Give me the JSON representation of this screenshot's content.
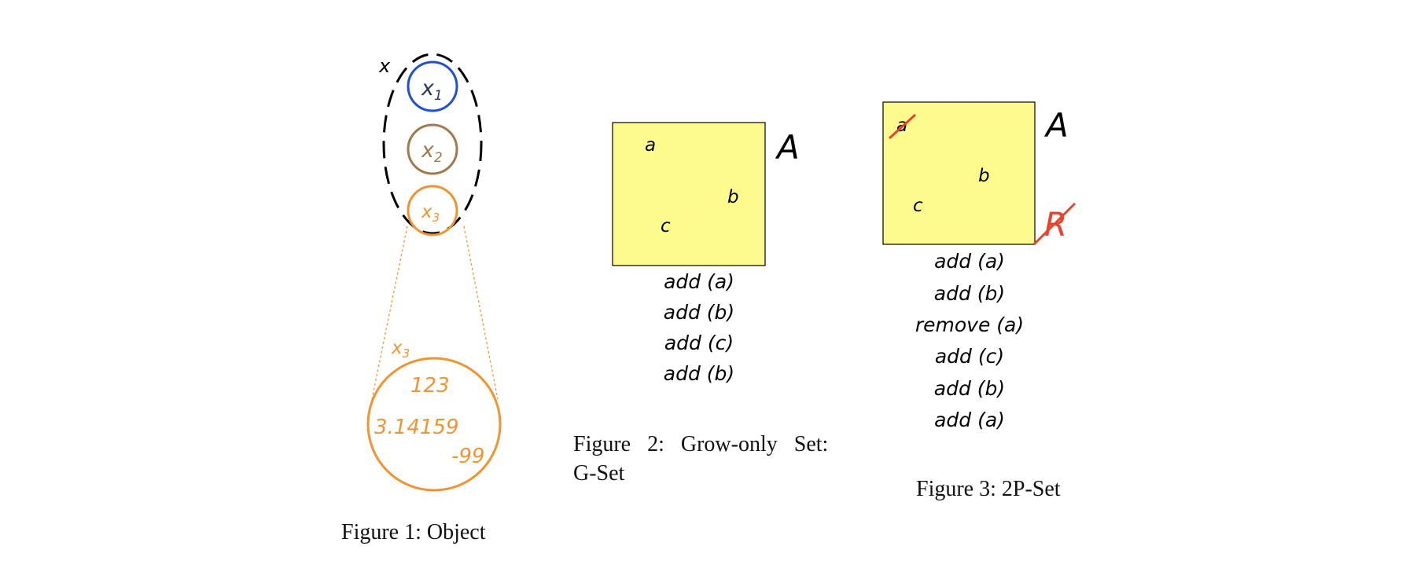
{
  "figure1": {
    "outer_label": "x",
    "elements": [
      {
        "base": "x",
        "sub": "1",
        "color": "#1f4fd6",
        "text_color": "#2a3a5a"
      },
      {
        "base": "x",
        "sub": "2",
        "color": "#a07a4c",
        "text_color": "#a07a4c"
      },
      {
        "base": "x",
        "sub": "3",
        "color": "#f09433",
        "text_color": "#f09433"
      }
    ],
    "zoom": {
      "label_base": "x",
      "label_sub": "3",
      "values": [
        "123",
        "3.14159",
        "-99"
      ],
      "color": "#f09433"
    },
    "caption": "Figure 1: Object"
  },
  "figure2": {
    "set_label": "A",
    "items": [
      "a",
      "b",
      "c"
    ],
    "ops": [
      "add (a)",
      "add (b)",
      "add (c)",
      "add (b)"
    ],
    "fill": "#fefb8e",
    "caption_line1": "Figure 2: Grow-only Set:",
    "caption_line2": "G-Set"
  },
  "figure3": {
    "set_label": "A",
    "removed_set_label": "R",
    "items": [
      "a",
      "b",
      "c"
    ],
    "removed_item": "a",
    "ops": [
      "add (a)",
      "add (b)",
      "remove (a)",
      "add (c)",
      "add (b)",
      "add (a)"
    ],
    "fill": "#fefb8e",
    "strike_color": "#e8432d",
    "caption": "Figure 3: 2P-Set"
  }
}
